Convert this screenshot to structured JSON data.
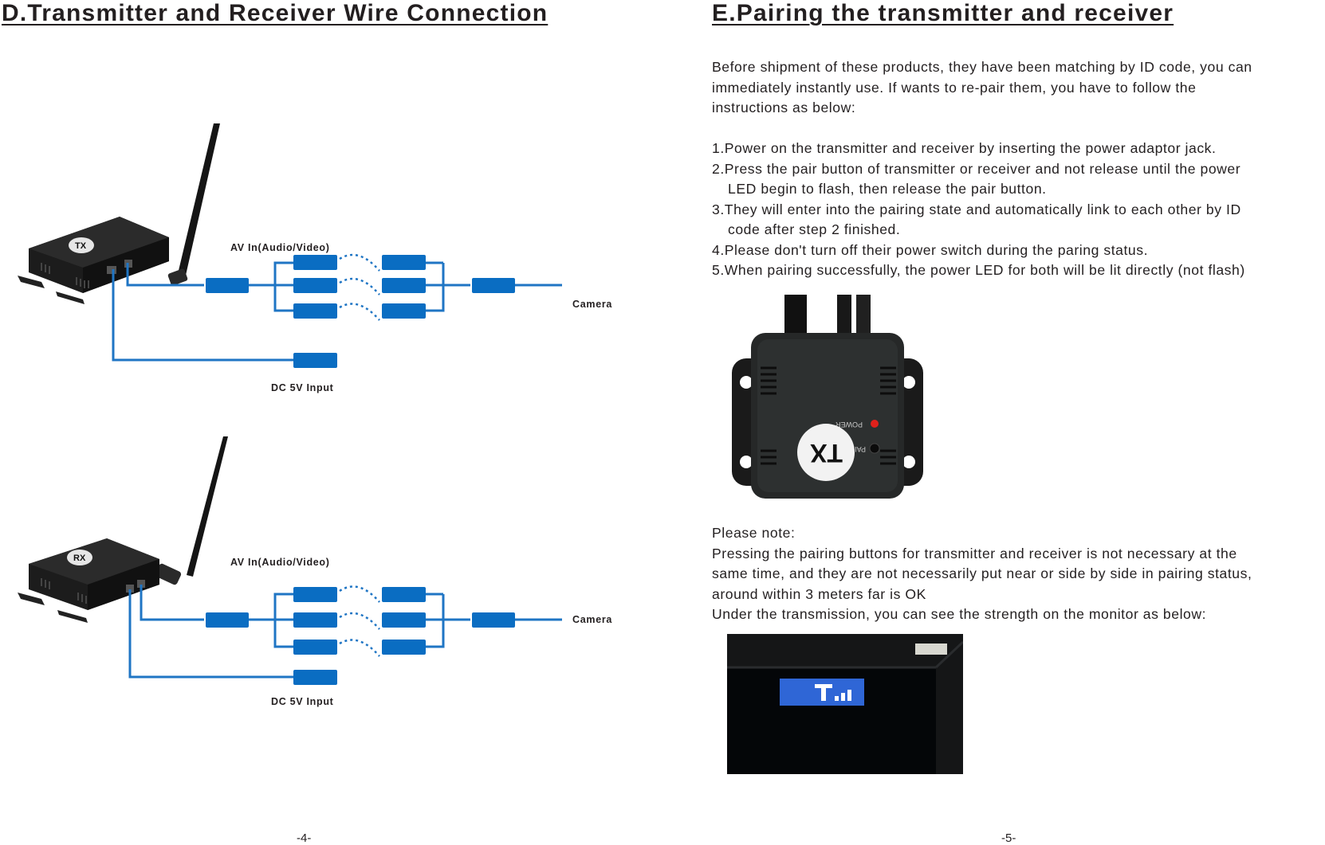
{
  "left_page": {
    "heading": "D.Transmitter and Receiver Wire Connection",
    "diagrams": [
      {
        "av_in_label": "AV In(Audio/Video)",
        "camera_label": "Camera",
        "dc_label": "DC 5V Input",
        "device_badge": "TX"
      },
      {
        "av_in_label": "AV In(Audio/Video)",
        "camera_label": "Camera",
        "dc_label": "DC 5V Input",
        "device_badge": "RX"
      }
    ],
    "page_number": "-4-"
  },
  "right_page": {
    "heading": "E.Pairing the transmitter and receiver",
    "intro_lines": [
      "Before shipment of these products, they have been matching by ID code, you can",
      "immediately instantly use. If wants to re-pair them, you have to follow the",
      "instructions as below:"
    ],
    "steps": [
      {
        "lines": [
          "1.Power on the transmitter and receiver by inserting the power adaptor jack."
        ]
      },
      {
        "lines": [
          "2.Press the pair button of transmitter or receiver and not release until the power",
          "LED begin to flash, then release the pair button."
        ]
      },
      {
        "lines": [
          "3.They will enter into the pairing state and automatically link to each other by ID",
          "code after step 2 finished."
        ]
      },
      {
        "lines": [
          "4.Please don't turn off their power switch during the paring status."
        ]
      },
      {
        "lines": [
          "5.When pairing successfully, the power LED for both will be lit directly (not flash)"
        ]
      }
    ],
    "tx_photo": {
      "badge": "TX",
      "power_label": "POWER",
      "pair_label": "PAIR"
    },
    "note_lines": [
      "Please note:",
      "Pressing the pairing buttons for transmitter and receiver is not necessary at the",
      "same time, and they are not necessarily put near or side by side in pairing status,",
      "around within 3 meters far is OK",
      "Under the transmission, you can see the strength on the monitor as below:"
    ],
    "monitor_photo": {
      "signal_glyph": "T.ıl"
    },
    "page_number": "-5-"
  },
  "colors": {
    "cable_blue": "#1f75c4",
    "connector_blue": "#0a6dc2",
    "device_body": "#1c1c1c",
    "text": "#231f20",
    "led_red": "#e0211b",
    "osd_blue": "#2f66d6"
  }
}
